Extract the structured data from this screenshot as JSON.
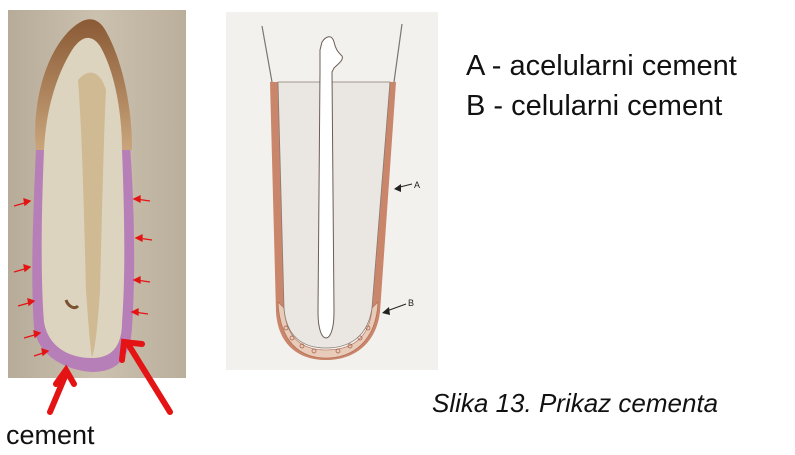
{
  "legend": {
    "a": "A - acelularni cement",
    "b": "B - celularni cement"
  },
  "drawing_labels": {
    "a": "A",
    "b": "B"
  },
  "caption": "Slika 13. Prikaz cementa",
  "cement_label": "cement",
  "colors": {
    "cementum_stain": "#b77fb7",
    "crown_stain": "#9a6a46",
    "dentin_photo": "#ddd4bf",
    "arrow_red": "#e41414",
    "drawing_cementum": "#c9866a"
  }
}
